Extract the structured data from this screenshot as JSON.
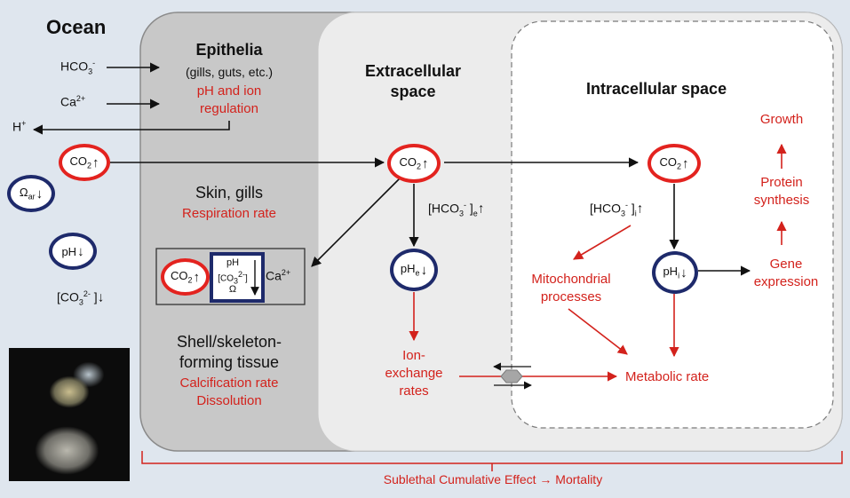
{
  "ocean": {
    "title": "Ocean"
  },
  "epithelia": {
    "title": "Epithelia",
    "subtitle": "(gills, guts, etc.)",
    "regulation": "pH and ion",
    "regulation2": "regulation"
  },
  "inputs": {
    "hco3": "HCO3-",
    "ca": "Ca2+",
    "h": "H+"
  },
  "ocean_indicators": {
    "co2": "CO2",
    "omega": "Ωar",
    "ph": "pH",
    "co3": "[CO32- ]"
  },
  "extracellular": {
    "title_line1": "Extracellular",
    "title_line2": "space",
    "co2": "CO2",
    "hco3e": "[HCO3- ]e",
    "phe": "pHe",
    "ion_line1": "Ion-",
    "ion_line2": "exchange",
    "ion_line3": "rates"
  },
  "intracellular": {
    "title": "Intracellular space",
    "co2": "CO2",
    "hco3i": "[HCO3- ]i",
    "phi": "pHi",
    "mito_line1": "Mitochondrial",
    "mito_line2": "processes",
    "metabolic": "Metabolic rate",
    "gene_line1": "Gene",
    "gene_line2": "expression",
    "protein_line1": "Protein",
    "protein_line2": "synthesis",
    "growth": "Growth"
  },
  "skin": {
    "title": "Skin, gills",
    "rate": "Respiration rate"
  },
  "shell_box": {
    "co2": "CO2",
    "ph": "pH",
    "co3": "[CO32-]",
    "omega": "Ω",
    "ca": "Ca2+"
  },
  "shell": {
    "line1": "Shell/skeleton-",
    "line2": "forming tissue",
    "rate1": "Calcification rate",
    "rate2": "Dissolution"
  },
  "footer": {
    "effect": "Sublethal Cumulative Effect → Mortality"
  },
  "colors": {
    "red": "#d3221c",
    "navy": "#1e2a6b",
    "background": "#dfe6ee",
    "epithelia_fill": "#c8c8c8",
    "extracellular_fill": "#ececec"
  }
}
